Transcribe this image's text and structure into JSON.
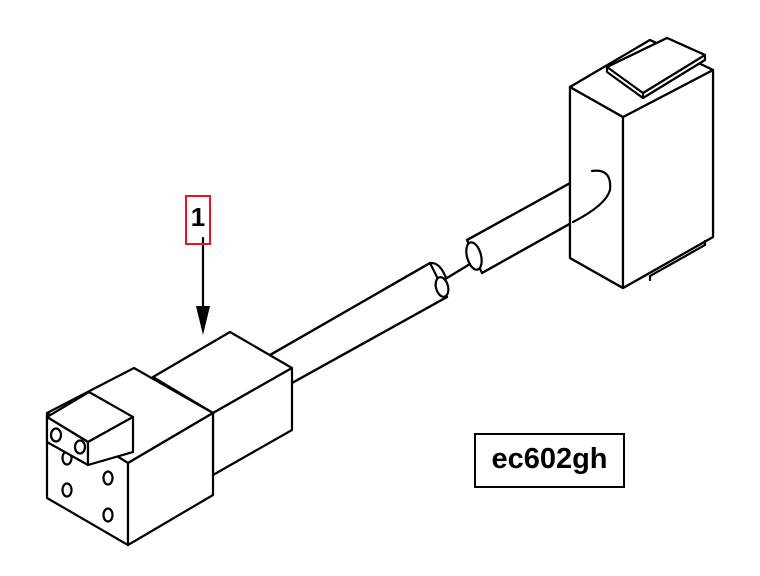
{
  "callout": {
    "label": "1",
    "border_color": "#e8161b"
  },
  "part_code": "ec602gh",
  "icons": [
    "cable-assembly-drawing",
    "callout-arrow"
  ]
}
